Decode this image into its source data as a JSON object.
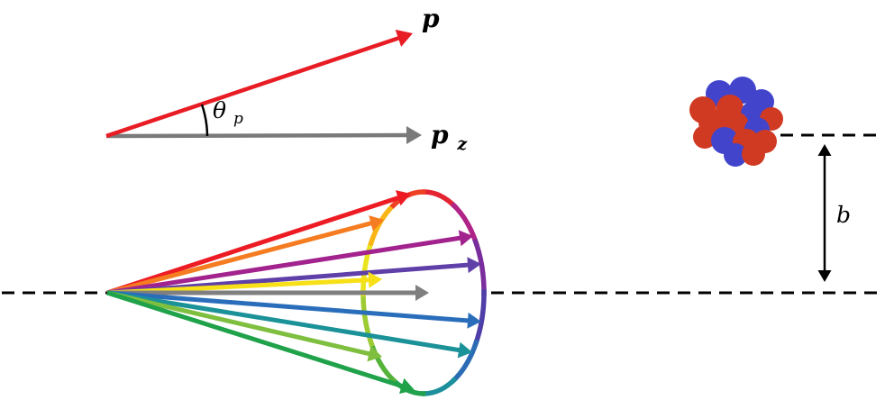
{
  "labels": {
    "p": "p",
    "pz_main": "p",
    "pz_sub": "z",
    "theta_main": "θ",
    "theta_sub": "p",
    "b": "b"
  },
  "colors": {
    "background": "#ffffff",
    "dashed_line": "#000000",
    "angle_arc": "#000000",
    "b_arrow": "#000000",
    "p_arrow": "#e81c24",
    "pz_arrow": "#7a7a7a",
    "proton": "#d03a22",
    "neutron": "#4245cc"
  },
  "cone": {
    "arrow_colors": [
      "#ed1c24",
      "#f57c20",
      "#a3238e",
      "#5f3fa8",
      "#f7e017",
      "#7f7f7f",
      "#2a6ebb",
      "#1b9198",
      "#7fbf3f",
      "#1fa24a"
    ],
    "rim_colors": [
      "#e42432",
      "#b02387",
      "#7a2e9d",
      "#4f3da8",
      "#2c6cb5",
      "#1b8f9b",
      "#21a14d",
      "#55b33a",
      "#9ccb33",
      "#e8e51f",
      "#f9b515",
      "#ee4023"
    ]
  },
  "nucleus": {
    "pattern": [
      "n",
      "n",
      "n",
      "p",
      "p",
      "n",
      "p",
      "p",
      "p",
      "n",
      "p",
      "n",
      "p",
      "p",
      "n",
      "p"
    ]
  }
}
